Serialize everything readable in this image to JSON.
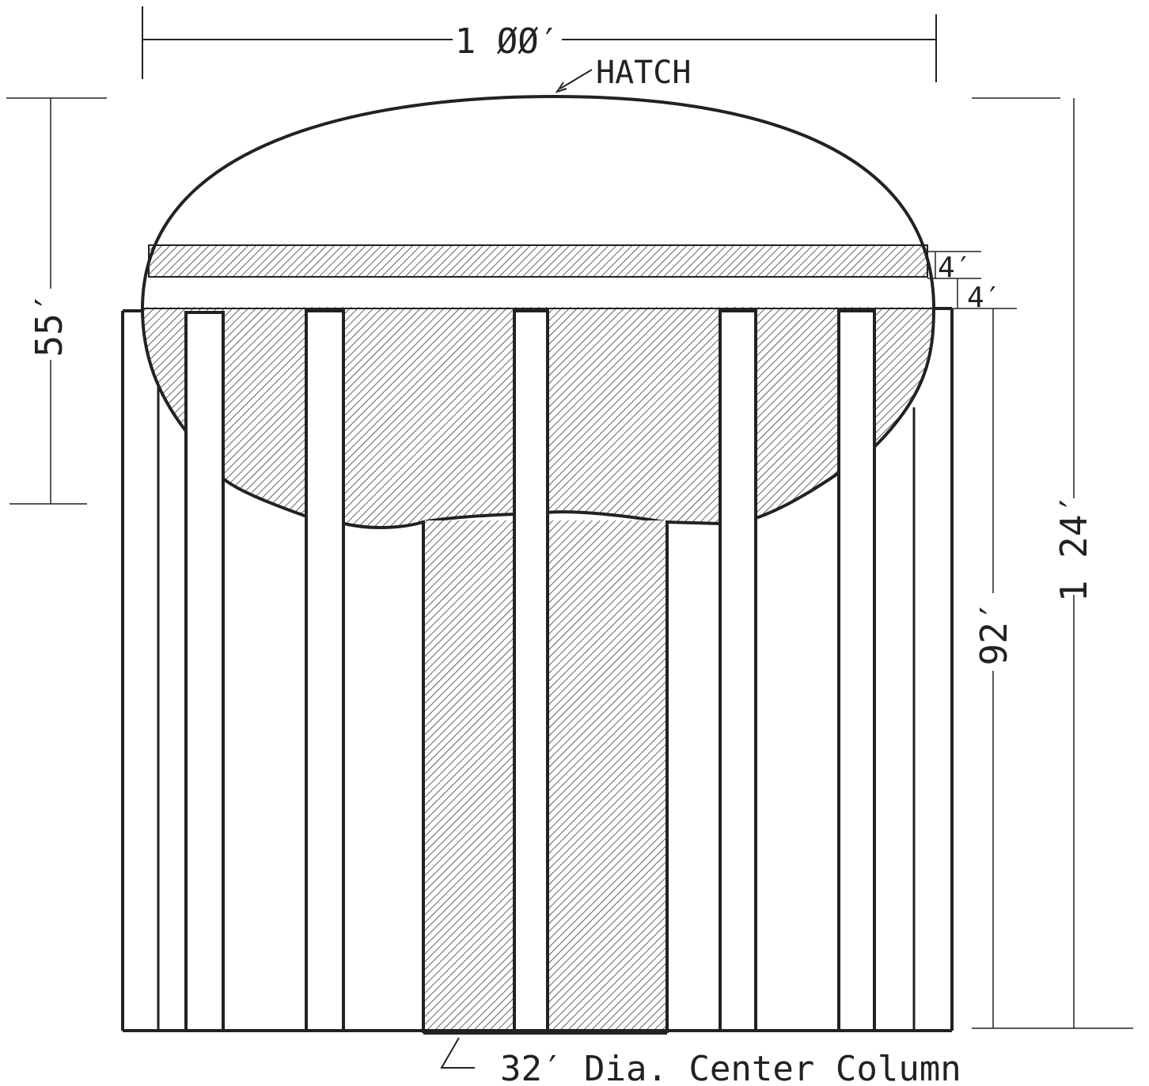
{
  "labels": {
    "width_dimension": "1 ØØ′",
    "hatch": "HATCH",
    "dim_4ft_upper": "4′",
    "dim_4ft_lower": "4′",
    "dim_55ft": "55′",
    "dim_92ft": "92′",
    "dim_124ft": "1 24′",
    "center_column": "32′ Dia. Center Column"
  },
  "colors": {
    "line": "#222222",
    "background": "#ffffff"
  }
}
